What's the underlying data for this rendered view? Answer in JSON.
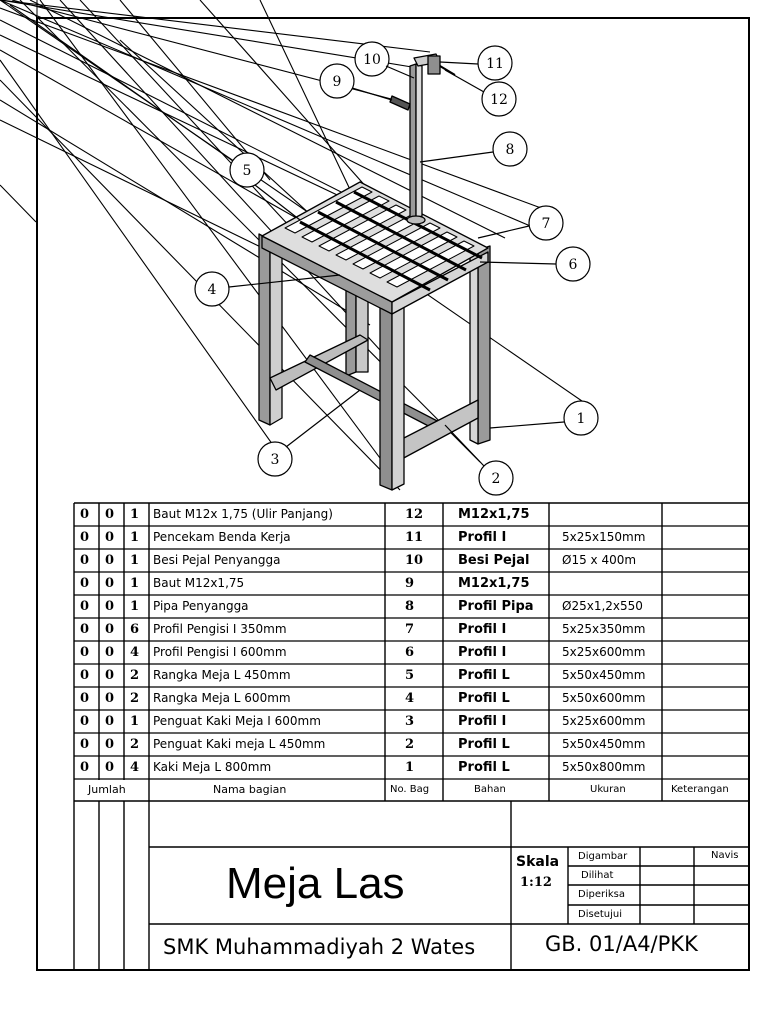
{
  "drawing": {
    "balloons": [
      "1",
      "2",
      "3",
      "4",
      "5",
      "6",
      "7",
      "8",
      "9",
      "10",
      "11",
      "12"
    ]
  },
  "parts_table": {
    "rows": [
      {
        "q1": "0",
        "q2": "0",
        "q3": "1",
        "name": "Baut M12x 1,75 (Ulir Panjang)",
        "no": "12",
        "material": "M12x1,75",
        "size": "",
        "note": ""
      },
      {
        "q1": "0",
        "q2": "0",
        "q3": "1",
        "name": "Pencekam Benda Kerja",
        "no": "11",
        "material": "Profil I",
        "size": "5x25x150mm",
        "note": ""
      },
      {
        "q1": "0",
        "q2": "0",
        "q3": "1",
        "name": "Besi Pejal Penyangga",
        "no": "10",
        "material": "Besi Pejal",
        "size": "Ø15 x 400m",
        "note": ""
      },
      {
        "q1": "0",
        "q2": "0",
        "q3": "1",
        "name": "Baut M12x1,75",
        "no": "9",
        "material": "M12x1,75",
        "size": "",
        "note": ""
      },
      {
        "q1": "0",
        "q2": "0",
        "q3": "1",
        "name": "Pipa Penyangga",
        "no": "8",
        "material": "Profil Pipa",
        "size": "Ø25x1,2x550",
        "note": ""
      },
      {
        "q1": "0",
        "q2": "0",
        "q3": "6",
        "name": "Profil Pengisi I 350mm",
        "no": "7",
        "material": "Profil I",
        "size": "5x25x350mm",
        "note": ""
      },
      {
        "q1": "0",
        "q2": "0",
        "q3": "4",
        "name": "Profil Pengisi I 600mm",
        "no": "6",
        "material": "Profil I",
        "size": "5x25x600mm",
        "note": ""
      },
      {
        "q1": "0",
        "q2": "0",
        "q3": "2",
        "name": "Rangka Meja L 450mm",
        "no": "5",
        "material": "Profil L",
        "size": "5x50x450mm",
        "note": ""
      },
      {
        "q1": "0",
        "q2": "0",
        "q3": "2",
        "name": "Rangka Meja L 600mm",
        "no": "4",
        "material": "Profil L",
        "size": "5x50x600mm",
        "note": ""
      },
      {
        "q1": "0",
        "q2": "0",
        "q3": "1",
        "name": "Penguat Kaki Meja I 600mm",
        "no": "3",
        "material": "Profil I",
        "size": "5x25x600mm",
        "note": ""
      },
      {
        "q1": "0",
        "q2": "0",
        "q3": "2",
        "name": "Penguat Kaki meja L 450mm",
        "no": "2",
        "material": "Profil L",
        "size": "5x50x450mm",
        "note": ""
      },
      {
        "q1": "0",
        "q2": "0",
        "q3": "4",
        "name": "Kaki Meja L 800mm",
        "no": "1",
        "material": "Profil L",
        "size": "5x50x800mm",
        "note": ""
      }
    ],
    "headers": {
      "qty": "Jumlah",
      "name": "Nama bagian",
      "no": "No. Bag",
      "material": "Bahan",
      "size": "Ukuran",
      "note": "Keterangan"
    }
  },
  "title_block": {
    "title": "Meja Las",
    "school": "SMK Muhammadiyah 2 Wates",
    "scale_label": "Skala",
    "scale_value": "1:12",
    "drawn": "Digambar",
    "checked": "Dilihat",
    "examined": "Diperiksa",
    "approved": "Disetujui",
    "drawn_by": "Navis",
    "drawing_no": "GB. 01/A4/PKK"
  }
}
